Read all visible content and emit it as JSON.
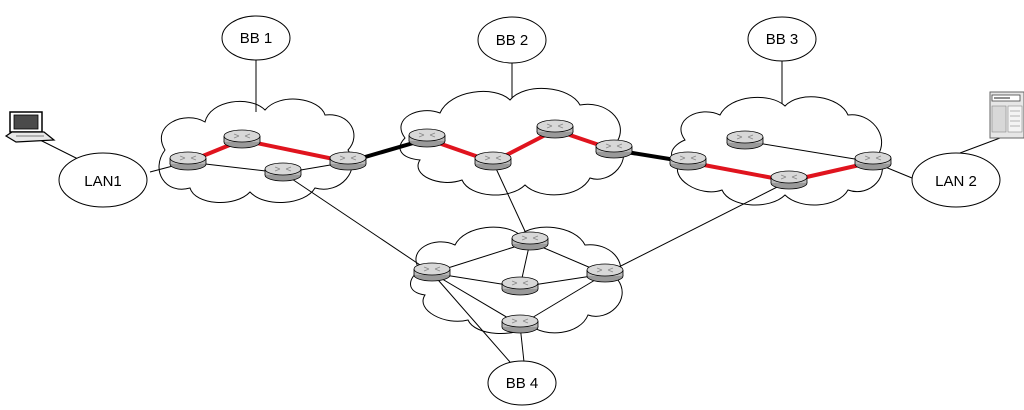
{
  "labels": {
    "bb1": "BB 1",
    "bb2": "BB 2",
    "bb3": "BB 3",
    "bb4": "BB 4",
    "lan1": "LAN1",
    "lan2": "LAN 2"
  },
  "colors": {
    "primary_path": "#e0141e",
    "inter_backbone": "#000000",
    "router_body": "#c8c8c8",
    "router_top": "#d8d8d8"
  },
  "icons": {
    "left_host": "laptop-icon",
    "right_host": "server-icon",
    "node": "router-icon"
  }
}
